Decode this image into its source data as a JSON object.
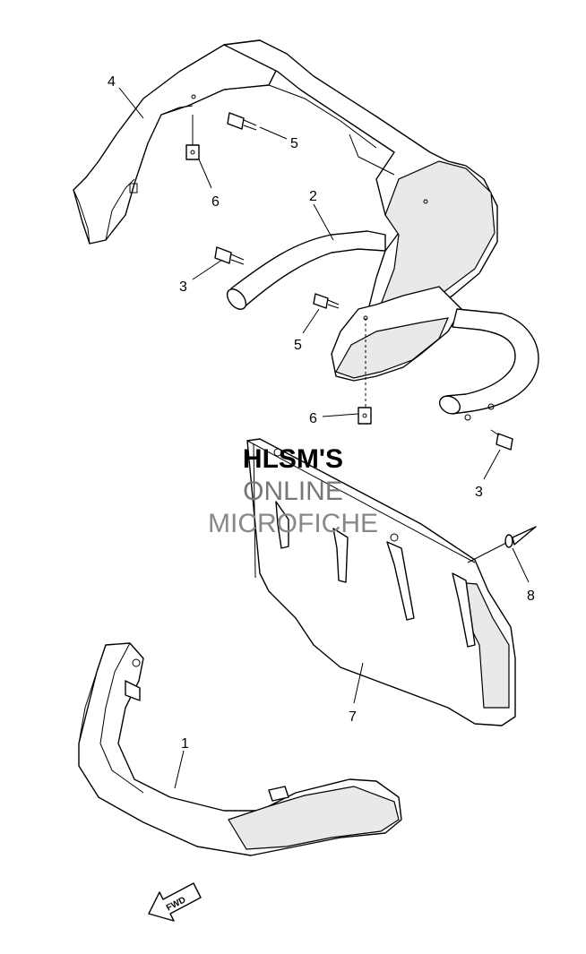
{
  "watermark": {
    "line1": "HLSM'S",
    "line2": "ONLINE",
    "line3": "MICROFICHE"
  },
  "callouts": {
    "c1": "1",
    "c2": "2",
    "c3a": "3",
    "c3b": "3",
    "c4": "4",
    "c5a": "5",
    "c5b": "5",
    "c6a": "6",
    "c6b": "6",
    "c7": "7",
    "c8": "8"
  },
  "fwd_label": "FWD",
  "icons": {
    "forward": "arrow-fwd-icon"
  }
}
